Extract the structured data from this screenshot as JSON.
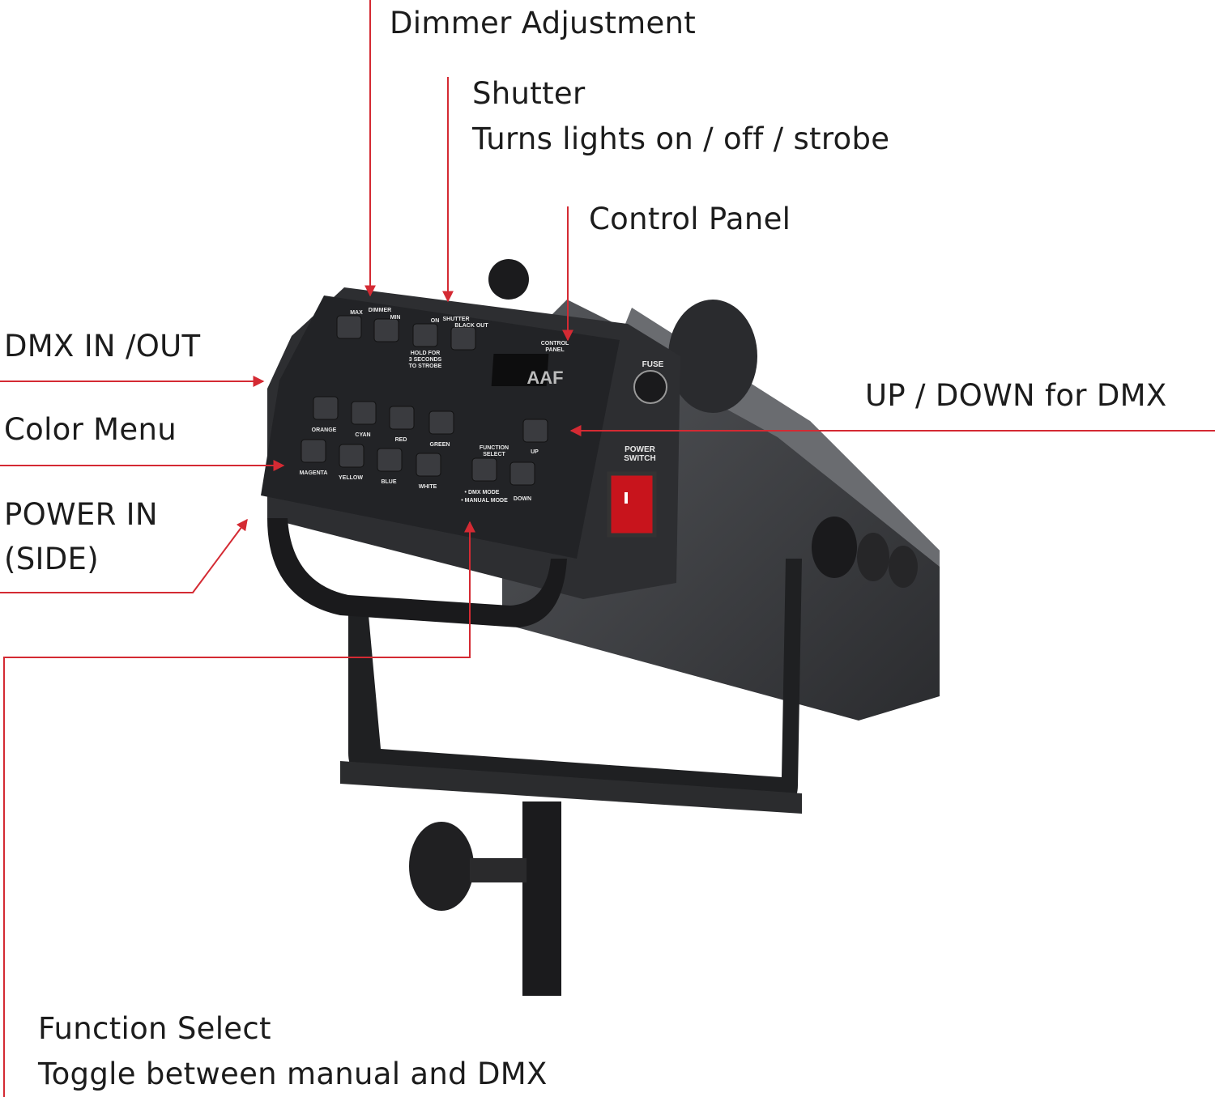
{
  "callouts": {
    "dimmer": {
      "title": "Dimmer Adjustment"
    },
    "shutter": {
      "title": "Shutter",
      "desc": "Turns lights on / off / strobe"
    },
    "control_panel": {
      "title": "Control Panel"
    },
    "dmx_in_out": {
      "title": "DMX IN /OUT"
    },
    "color_menu": {
      "title": "Color Menu"
    },
    "power_in": {
      "title": "POWER IN",
      "desc": "(SIDE)"
    },
    "up_down": {
      "title": "UP / DOWN for DMX"
    },
    "function_select": {
      "title": "Function Select",
      "desc": "Toggle between manual and DMX"
    }
  },
  "panel_labels": {
    "dimmer": "DIMMER",
    "max": "MAX",
    "min": "MIN",
    "shutter": "SHUTTER",
    "on": "ON",
    "black_out": "BLACK OUT",
    "hold1": "HOLD FOR",
    "hold2": "3 SECONDS",
    "hold3": "TO STROBE",
    "control1": "CONTROL",
    "control2": "PANEL",
    "display": "AAF",
    "orange": "ORANGE",
    "cyan": "CYAN",
    "red": "RED",
    "green": "GREEN",
    "magenta": "MAGENTA",
    "yellow": "YELLOW",
    "blue": "BLUE",
    "white": "WHITE",
    "function1": "FUNCTION",
    "function2": "SELECT",
    "mode1": "• DMX MODE",
    "mode2": "• MANUAL MODE",
    "up": "UP",
    "down": "DOWN",
    "fuse": "FUSE",
    "power1": "POWER",
    "power2": "SWITCH"
  },
  "colors": {
    "annotation": "#d42a33",
    "body": "#3a3b3e",
    "panel": "#222326"
  }
}
